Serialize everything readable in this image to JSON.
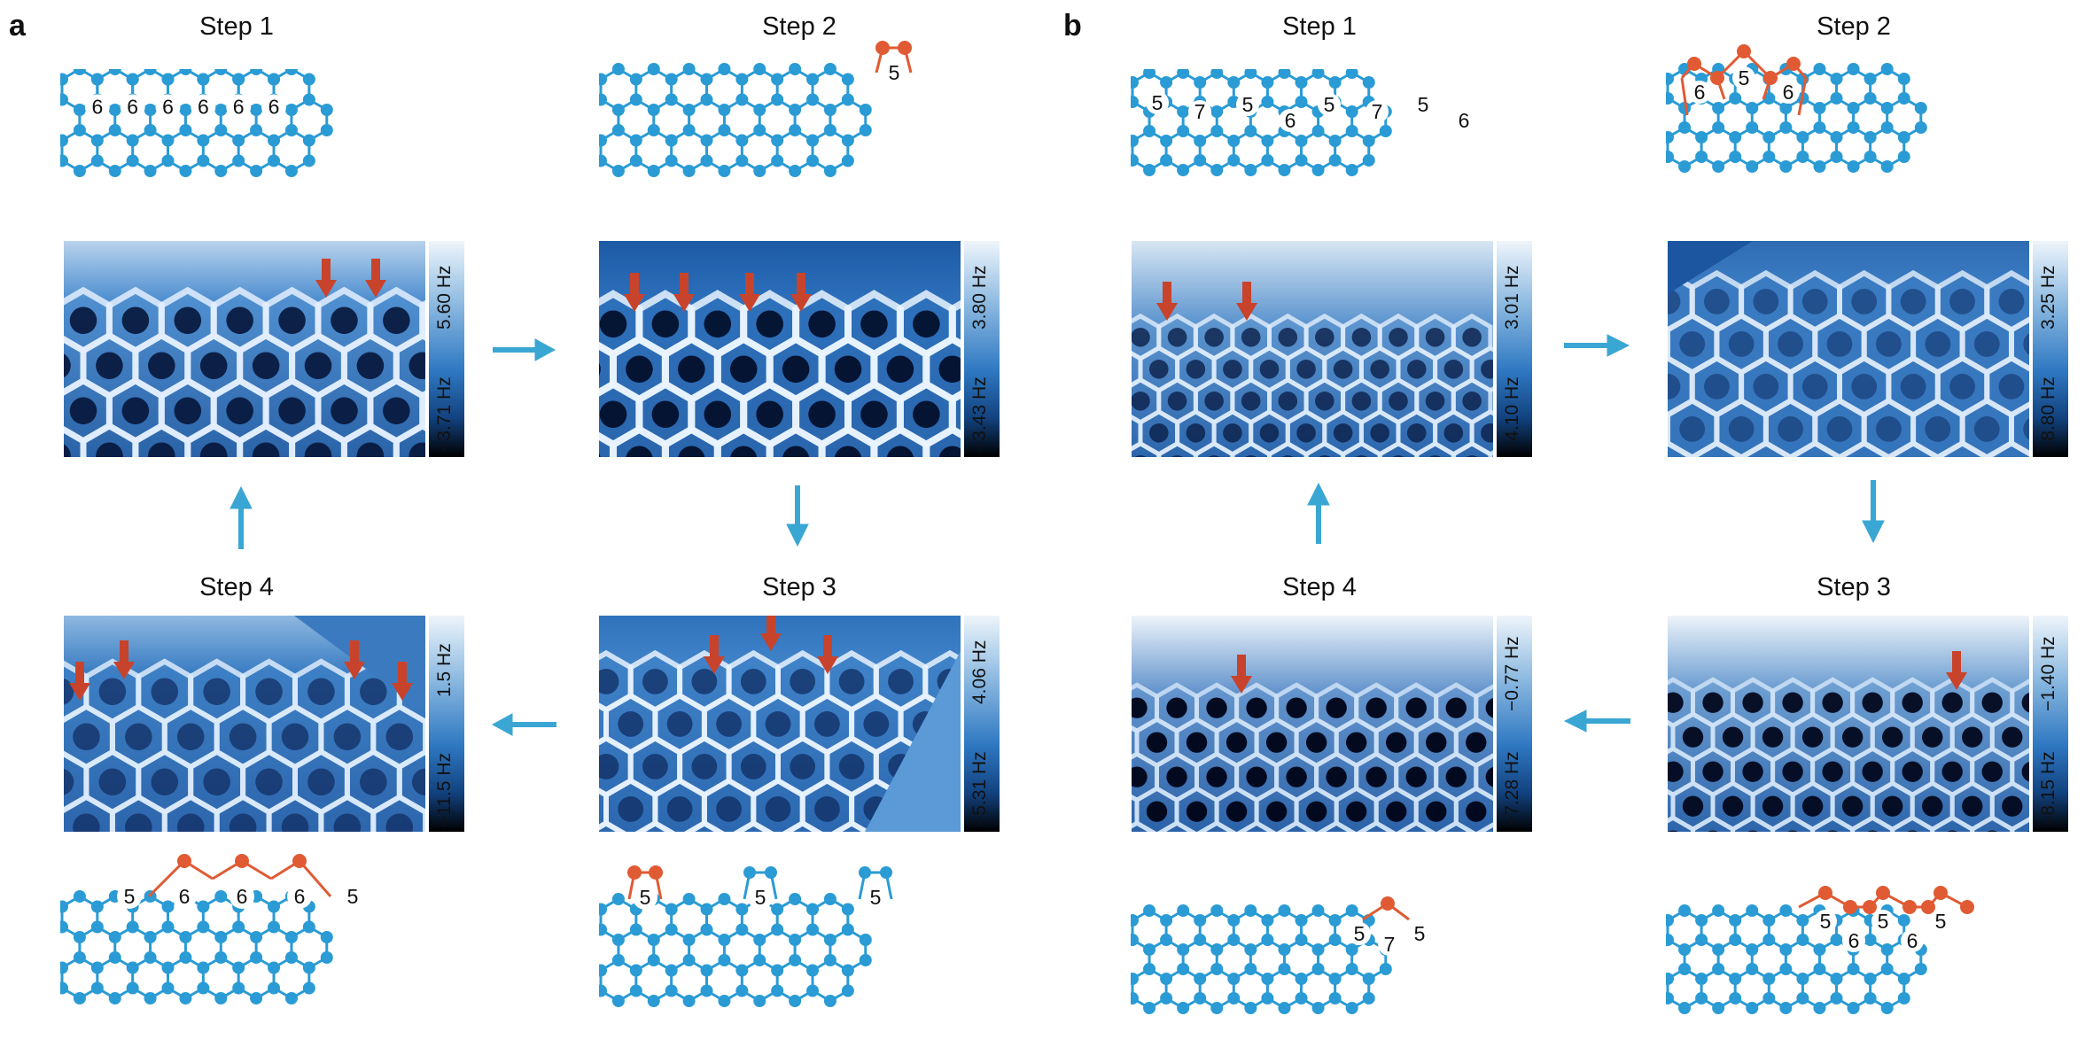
{
  "panel_a": {
    "letter": "a",
    "steps": [
      {
        "title": "Step 1",
        "ring_labels": [
          "6",
          "6",
          "6",
          "6",
          "6",
          "6"
        ],
        "colorbar": {
          "top": "5.60 Hz",
          "bottom": "−3.71 Hz"
        }
      },
      {
        "title": "Step 2",
        "ring_labels": [
          "5"
        ],
        "colorbar": {
          "top": "3.80 Hz",
          "bottom": "−3.43 Hz"
        }
      },
      {
        "title": "Step 3",
        "ring_labels": [
          "5",
          "5",
          "5"
        ],
        "colorbar": {
          "top": "4.06 Hz",
          "bottom": "−5.31 Hz"
        }
      },
      {
        "title": "Step 4",
        "ring_labels": [
          "5",
          "6",
          "6",
          "6",
          "5"
        ],
        "colorbar": {
          "top": "1.5 Hz",
          "bottom": "−11.5 Hz"
        }
      }
    ]
  },
  "panel_b": {
    "letter": "b",
    "steps": [
      {
        "title": "Step 1",
        "ring_labels": [
          "5",
          "7",
          "5",
          "6",
          "5",
          "7",
          "5",
          "6"
        ],
        "colorbar": {
          "top": "3.01 Hz",
          "bottom": "−4.10 Hz"
        }
      },
      {
        "title": "Step 2",
        "ring_labels": [
          "5",
          "6",
          "6"
        ],
        "colorbar": {
          "top": "3.25 Hz",
          "bottom": "−8.80 Hz"
        }
      },
      {
        "title": "Step 3",
        "ring_labels": [
          "5",
          "5",
          "5",
          "6",
          "6"
        ],
        "colorbar": {
          "top": "−1.40 Hz",
          "bottom": "−8.15 Hz"
        }
      },
      {
        "title": "Step 4",
        "ring_labels": [
          "5",
          "7",
          "5"
        ],
        "colorbar": {
          "top": "−0.77 Hz",
          "bottom": "−7.28 Hz"
        }
      }
    ]
  },
  "colors": {
    "lattice": "#2a9bd4",
    "defect": "#e05a33",
    "arrow_red": "#c8432b",
    "flow_arrow": "#3aa6d3"
  },
  "icons": {
    "flow_arrow": "flow-arrow-icon",
    "marker_arrow": "red-marker-arrow-icon"
  }
}
